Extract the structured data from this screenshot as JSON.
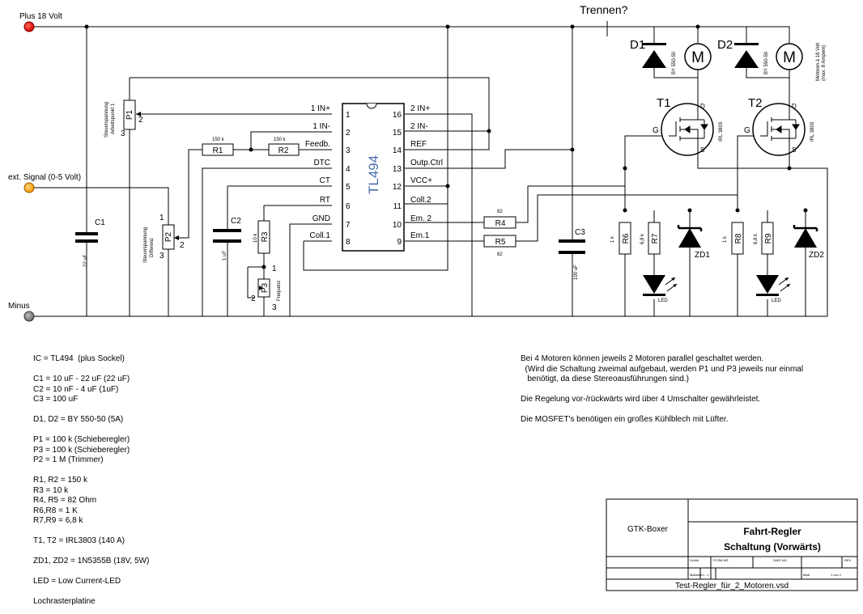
{
  "rails": {
    "plus_label": "Plus 18 Volt",
    "signal_label": "ext. Signal (0-5 Volt)",
    "minus_label": "Minus"
  },
  "trennen": "Trennen?",
  "ic": {
    "name": "TL494",
    "pin_names": [
      "1 IN+",
      "1 IN-",
      "Feedb.",
      "DTC",
      "CT",
      "RT",
      "GND",
      "Coll.1",
      "2 IN+",
      "2 IN-",
      "REF",
      "Outp.Ctrl",
      "VCC+",
      "Coll.2",
      "Em. 2",
      "Em.1"
    ],
    "pin_numbers": [
      "1",
      "2",
      "3",
      "4",
      "5",
      "6",
      "7",
      "8",
      "16",
      "15",
      "14",
      "13",
      "12",
      "11",
      "10",
      "9"
    ]
  },
  "components": {
    "p1": {
      "name": "P1",
      "caption1": "Steuerspannung",
      "caption2": "Arbeitspunkt 1",
      "pin2": "2",
      "pin3": "3"
    },
    "p2": {
      "name": "P2",
      "caption1": "Steuerspannung",
      "caption2": "Differenz",
      "pin1": "1",
      "pin2": "2",
      "pin3": "3"
    },
    "p3": {
      "name": "P3",
      "caption": "Frequenz",
      "pin1": "1",
      "pin2": "2",
      "pin3": "3"
    },
    "r1": {
      "name": "R1",
      "value": "150 k"
    },
    "r2": {
      "name": "R2",
      "value": "150 k"
    },
    "r3": {
      "name": "R3",
      "value": "10 k"
    },
    "r4": {
      "name": "R4",
      "value": "82"
    },
    "r5": {
      "name": "R5",
      "value": "82"
    },
    "r6": {
      "name": "R6",
      "value": "1 k"
    },
    "r7": {
      "name": "R7",
      "value": "6,8 k"
    },
    "r8": {
      "name": "R8",
      "value": "1 k"
    },
    "r9": {
      "name": "R9",
      "value": "6,8 k"
    },
    "c1": {
      "name": "C1",
      "value": "22 uF"
    },
    "c2": {
      "name": "C2",
      "value": "1 uF"
    },
    "c3": {
      "name": "C3",
      "value": "100 uF"
    },
    "d1": {
      "name": "D1",
      "type": "BY 550-50"
    },
    "d2": {
      "name": "D2",
      "type": "BY 550-50"
    },
    "t1": {
      "name": "T1",
      "type": "IRL 3803",
      "g": "G",
      "d": "D",
      "s": "S"
    },
    "t2": {
      "name": "T2",
      "type": "IRL 3803",
      "g": "G",
      "d": "D",
      "s": "S"
    },
    "zd1": {
      "name": "ZD1"
    },
    "zd2": {
      "name": "ZD2"
    },
    "led_label": "LED",
    "motor_symbol": "M",
    "motor_caption1": "Motoren á 18 Volt",
    "motor_caption2": "(max. 8 Ampere)"
  },
  "parts_list": [
    "IC = TL494  (plus Sockel)",
    "",
    "C1 = 10 uF - 22 uF (22 uF)",
    "C2 = 10 nF - 4 uF (1uF)",
    "C3 = 100 uF",
    "",
    "D1, D2 = BY 550-50 (5A)",
    "",
    "P1 = 100 k (Schieberegler)",
    "P3 = 100 k (Schieberegler)",
    "P2 = 1 M (Trimmer)",
    "",
    "R1, R2 = 150 k",
    "R3 = 10 k",
    "R4, R5 = 82 Ohm",
    "R6,R8 = 1 K",
    "R7,R9 = 6,8 k",
    "",
    "T1, T2 = IRL3803 (140 A)",
    "",
    "ZD1, ZD2 = 1N5355B (18V, 5W)",
    "",
    "LED = Low Current-LED",
    "",
    "Lochrasterplatine"
  ],
  "notes": [
    "Bei 4 Motoren können jeweils 2 Motoren parallel geschaltet werden.",
    "  (Wird die Schaltung zweimal aufgebaut, werden P1 und P3 jeweils nur einmal",
    "   benötigt, da diese Stereoausführungen sind.)",
    "",
    "Die Regelung vor-/rückwärts wird über 4 Umschalter gewährleistet.",
    "",
    "Die MOSFET's benötigen ein großes Kühlblech mit Lüfter."
  ],
  "title_block": {
    "company": "GTK-Boxer",
    "title1": "Fahrt-Regler",
    "title2": "Schaltung (Vorwärts)",
    "f_groesse": "Größe",
    "f_fcsm": "FCSM-NR.",
    "f_dwg": "DWG NO",
    "f_rev": "REV",
    "f_massstab": "Maßstab",
    "v_massstab": "1 : 1",
    "f_blatt": "Blatt",
    "v_blatt": "1 von 1",
    "filename": "Test-Regler_für_2_Motoren.vsd"
  }
}
